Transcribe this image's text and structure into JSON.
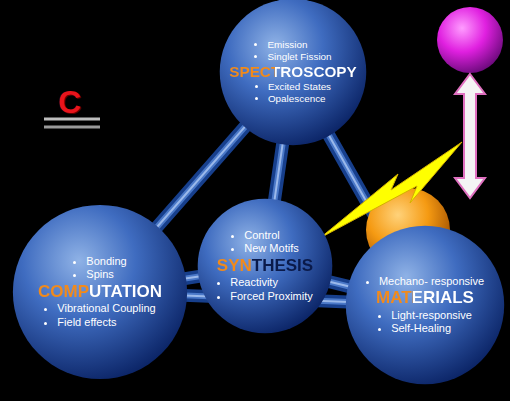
{
  "diagram": {
    "nodes": [
      {
        "text": [
          "Emission",
          "Singlet Fission",
          "SPECTROSCOPY",
          "Excited States",
          "Opalescence"
        ]
      },
      {
        "text": [
          "Bonding",
          "Spins",
          "COMPUTATION",
          "Vibrational Coupling",
          "Field effects"
        ]
      },
      {
        "text": [
          "Control",
          "New Motifs",
          "SYNTHESIS",
          "Reactivity",
          "Forced Proximity"
        ]
      },
      {
        "text": [
          "Mechano- responsive",
          "MATERIALS",
          "Light-responsive",
          "Self-Healing"
        ]
      }
    ],
    "edges": [
      {
        "from": 0,
        "to": 1,
        "arrow": "none"
      },
      {
        "from": 0,
        "to": 3,
        "arrow": "none"
      },
      {
        "from": 1,
        "to": 3,
        "arrow": "none"
      },
      {
        "from": 2,
        "to": 0,
        "arrow": "none"
      },
      {
        "from": 2,
        "to": 1,
        "arrow": "none"
      },
      {
        "from": 2,
        "to": 3,
        "arrow": "none"
      }
    ],
    "labels": [
      "C"
    ]
  }
}
